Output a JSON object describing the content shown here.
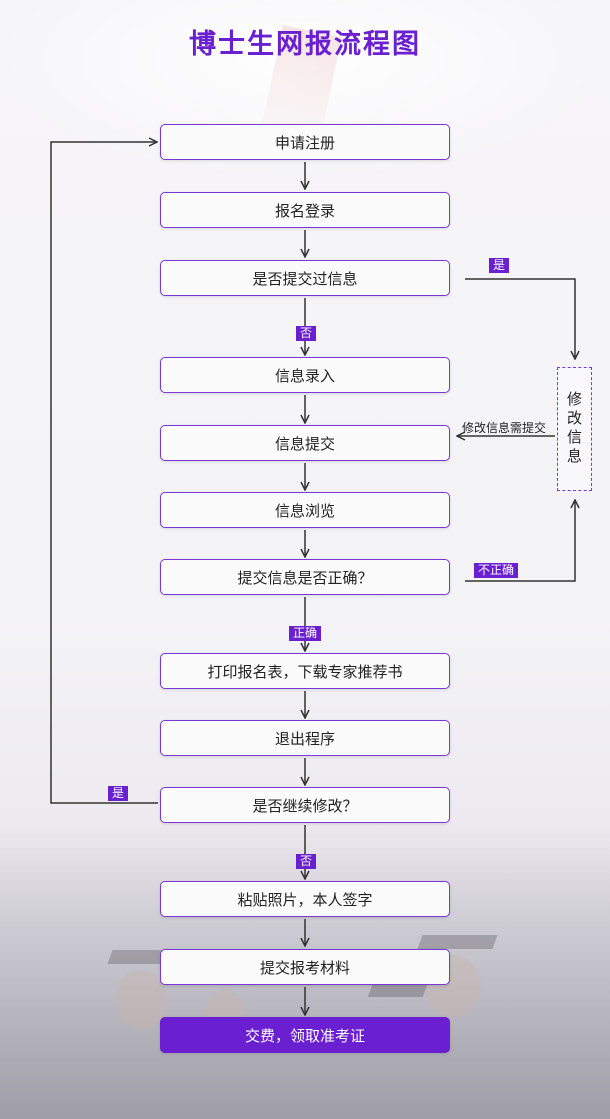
{
  "title": "博士生网报流程图",
  "steps": [
    "申请注册",
    "报名登录",
    "是否提交过信息",
    "信息录入",
    "信息提交",
    "信息浏览",
    "提交信息是否正确？",
    "打印报名表，下载专家推荐书",
    "退出程序",
    "是否继续修改？",
    "粘贴照片，本人签字",
    "提交报考材料",
    "交费，领取准考证"
  ],
  "labels": {
    "submitted_yes": "是",
    "submitted_no": "否",
    "incorrect": "不正确",
    "correct": "正确",
    "continue_yes": "是",
    "continue_no": "否"
  },
  "modify_box": "修改信息",
  "modify_note": "修改信息需提交",
  "colors": {
    "accent": "#6a1fd1",
    "line": "#333333"
  }
}
